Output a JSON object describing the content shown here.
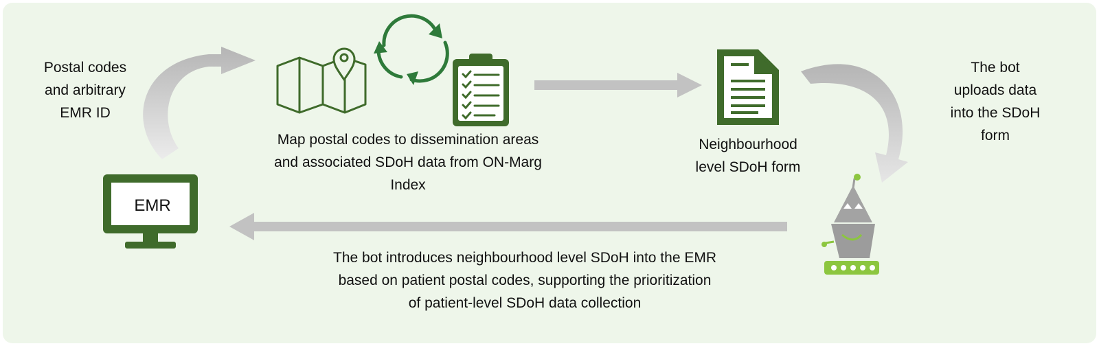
{
  "labels": {
    "postal_codes": "Postal codes\nand arbitrary\nEMR ID",
    "map_step": "Map postal codes to dissemination areas\nand associated SDoH data from ON-Marg\nIndex",
    "form": "Neighbourhood\nlevel SDoH form",
    "bot_upload": "The bot\nuploads data\ninto the SDoH\nform",
    "bot_introduces": "The bot introduces neighbourhood level SDoH into the EMR\nbased on patient postal codes, supporting the prioritization\nof patient-level SDoH data collection"
  },
  "emr_monitor": {
    "screen_text": "EMR"
  },
  "icons": [
    "map-pin-icon",
    "cycle-arrows-icon",
    "checklist-clipboard-icon",
    "document-icon",
    "monitor-icon",
    "robot-icon"
  ],
  "colors": {
    "background": "#eef6ea",
    "icon_green": "#3f6b2b",
    "cycle_green": "#2e7a3a",
    "arrow_gray": "#b9b9b9",
    "robot_gray": "#9c9c9c",
    "robot_accent": "#8cc63f"
  }
}
